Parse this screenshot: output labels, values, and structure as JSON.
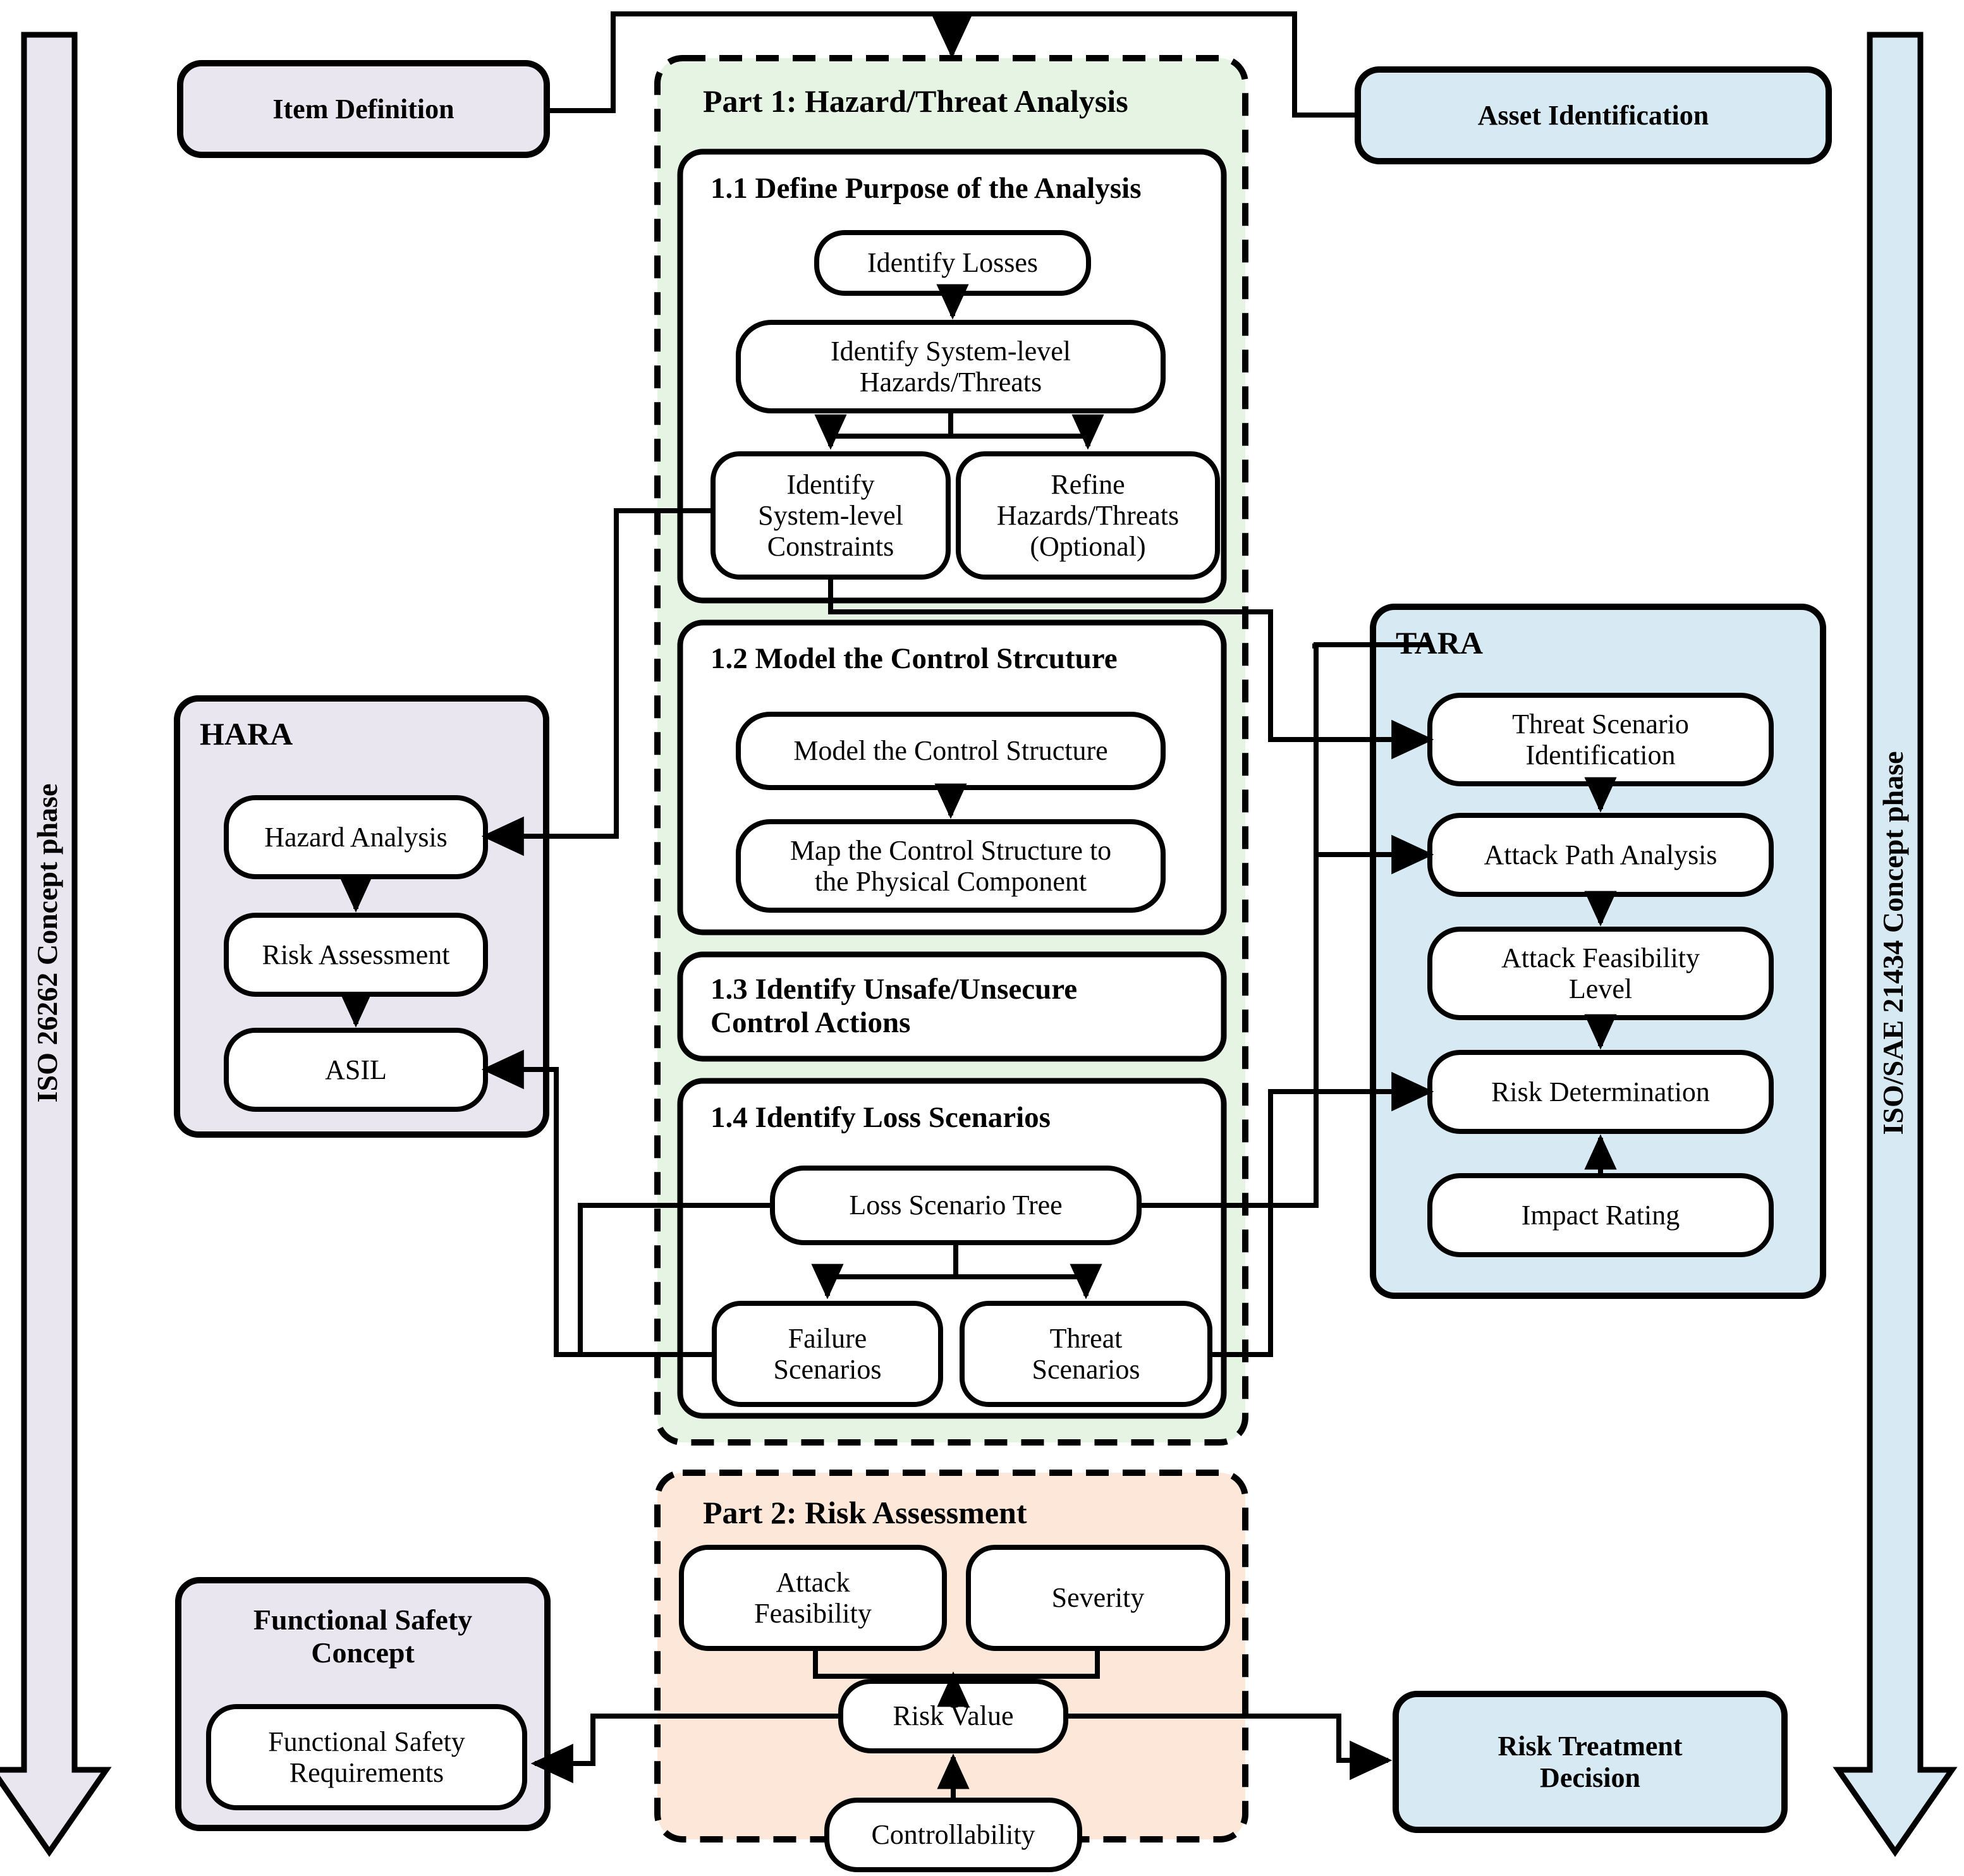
{
  "figure": {
    "type": "flow-diagram",
    "title": "Combined ISO 26262 / ISO-SAE 21434 concept phase hazard and threat analysis workflow"
  },
  "phase_bars": {
    "left": {
      "label": "ISO 26262 Concept phase",
      "color": "#e9e6f0",
      "direction": "down"
    },
    "right": {
      "label": "ISO/SAE 21434 Concept phase",
      "color": "#d7eaf3",
      "direction": "down"
    }
  },
  "external_boxes": [
    {
      "key": "item_definition",
      "label": "Item Definition",
      "color": "#e9e6f0"
    },
    {
      "key": "asset_identification",
      "label": "Asset Identification",
      "color": "#d7eaf3"
    },
    {
      "key": "risk_treatment_decision",
      "label": "Risk Treatment\nDecision",
      "color": "#d7eaf3"
    }
  ],
  "part1": {
    "title": "Part 1: Hazard/Threat Analysis",
    "fill": "#e6f5e3",
    "border": "dashed",
    "subsections": [
      {
        "id": "1.1",
        "title": "1.1 Define Purpose of the Analysis",
        "nodes": [
          {
            "key": "identify_losses",
            "label": "Identify Losses"
          },
          {
            "key": "identify_system_level_hazards_threats",
            "label": "Identify System-level\nHazards/Threats"
          },
          {
            "key": "identify_system_level_constraints",
            "label": "Identify\nSystem-level\nConstraints"
          },
          {
            "key": "refine_hazards_threats",
            "label": "Refine\nHazards/Threats\n(Optional)"
          }
        ]
      },
      {
        "id": "1.2",
        "title": "1.2 Model the Control Strcuture",
        "nodes": [
          {
            "key": "model_the_control_structure",
            "label": "Model the Control Structure"
          },
          {
            "key": "map_control_structure_physical",
            "label": "Map the Control Structure to\nthe Physical Component"
          }
        ]
      },
      {
        "id": "1.3",
        "title": "1.3 Identify Unsafe/Unsecure\nControl Actions",
        "nodes": []
      },
      {
        "id": "1.4",
        "title": "1.4 Identify Loss Scenarios",
        "nodes": [
          {
            "key": "loss_scenario_tree",
            "label": "Loss Scenario Tree"
          },
          {
            "key": "failure_scenarios",
            "label": "Failure\nScenarios"
          },
          {
            "key": "threat_scenarios",
            "label": "Threat\nScenarios"
          }
        ]
      }
    ]
  },
  "part2": {
    "title": "Part 2: Risk Assessment",
    "fill": "#fce7d8",
    "border": "dashed",
    "nodes": [
      {
        "key": "attack_feasibility",
        "label": "Attack\nFeasibility"
      },
      {
        "key": "severity",
        "label": "Severity"
      },
      {
        "key": "risk_value",
        "label": "Risk Value"
      },
      {
        "key": "controllability",
        "label": "Controllability"
      }
    ]
  },
  "hara": {
    "title": "HARA",
    "fill": "#e9e6f0",
    "nodes": [
      {
        "key": "hazard_analysis",
        "label": "Hazard Analysis"
      },
      {
        "key": "risk_assessment",
        "label": "Risk Assessment"
      },
      {
        "key": "asil",
        "label": "ASIL"
      }
    ]
  },
  "tara": {
    "title": "TARA",
    "fill": "#d7eaf3",
    "nodes": [
      {
        "key": "threat_scenario_identification",
        "label": "Threat Scenario\nIdentification"
      },
      {
        "key": "attack_path_analysis",
        "label": "Attack Path Analysis"
      },
      {
        "key": "attack_feasibility_level",
        "label": "Attack Feasibility\nLevel"
      },
      {
        "key": "risk_determination",
        "label": "Risk Determination"
      },
      {
        "key": "impact_rating",
        "label": "Impact Rating"
      }
    ]
  },
  "fsc": {
    "title": "Functional Safety\nConcept",
    "fill": "#e9e6f0",
    "nodes": [
      {
        "key": "functional_safety_requirements",
        "label": "Functional Safety\nRequirements"
      }
    ]
  },
  "connections": [
    {
      "from": "item_definition",
      "to": "part1",
      "arrow": true
    },
    {
      "from": "asset_identification",
      "to": "part1",
      "arrow": true
    },
    {
      "from": "identify_losses",
      "to": "identify_system_level_hazards_threats",
      "arrow": true
    },
    {
      "from": "identify_system_level_hazards_threats",
      "to": "identify_system_level_constraints",
      "arrow": true
    },
    {
      "from": "identify_system_level_hazards_threats",
      "to": "refine_hazards_threats",
      "arrow": true
    },
    {
      "from": "identify_system_level_constraints",
      "to": "hazard_analysis",
      "arrow": true
    },
    {
      "from": "identify_system_level_constraints",
      "to": "threat_scenario_identification",
      "arrow": true
    },
    {
      "from": "model_the_control_structure",
      "to": "map_control_structure_physical",
      "arrow": true
    },
    {
      "from": "loss_scenario_tree",
      "to": "failure_scenarios",
      "arrow": true
    },
    {
      "from": "loss_scenario_tree",
      "to": "threat_scenarios",
      "arrow": true
    },
    {
      "from": "loss_scenario_tree",
      "to": "attack_path_analysis",
      "arrow": true
    },
    {
      "from": "failure_scenarios",
      "to": "asil",
      "arrow": true
    },
    {
      "from": "threat_scenarios",
      "to": "risk_determination",
      "arrow": true
    },
    {
      "from": "hazard_analysis",
      "to": "risk_assessment",
      "arrow": true
    },
    {
      "from": "risk_assessment",
      "to": "asil",
      "arrow": true
    },
    {
      "from": "attack_feasibility",
      "to": "risk_value",
      "arrow": true
    },
    {
      "from": "severity",
      "to": "risk_value",
      "arrow": true
    },
    {
      "from": "controllability",
      "to": "risk_value",
      "arrow": true
    },
    {
      "from": "risk_value",
      "to": "functional_safety_requirements",
      "arrow": true
    },
    {
      "from": "risk_value",
      "to": "risk_treatment_decision",
      "arrow": true
    },
    {
      "from": "threat_scenario_identification",
      "to": "attack_path_analysis",
      "arrow": true
    },
    {
      "from": "attack_path_analysis",
      "to": "attack_feasibility_level",
      "arrow": true
    },
    {
      "from": "attack_feasibility_level",
      "to": "risk_determination",
      "arrow": true
    },
    {
      "from": "impact_rating",
      "to": "risk_determination",
      "arrow": true
    }
  ]
}
